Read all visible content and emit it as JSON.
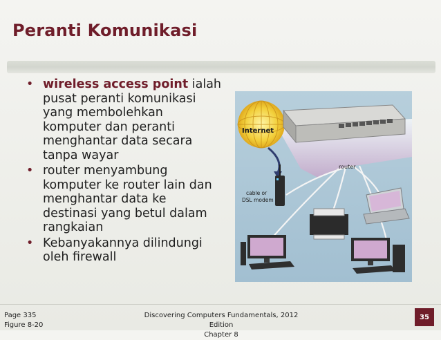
{
  "slide": {
    "title": "Peranti Komunikasi",
    "bullets": [
      {
        "term": "wireless access point",
        "text": " ialah pusat peranti komunikasi  yang membolehkan komputer dan peranti menghantar data secara tanpa wayar"
      },
      {
        "term": "",
        "text": "router menyambung komputer ke router lain dan menghantar data ke destinasi yang betul dalam rangkaian"
      },
      {
        "term": "",
        "text": "Kebanyakannya dilindungi oleh firewall"
      }
    ]
  },
  "figure": {
    "labels": {
      "internet": "Internet",
      "router": "router",
      "modem_line1": "cable or",
      "modem_line2": "DSL modem"
    }
  },
  "footer": {
    "page_ref": "Page 335",
    "figure_ref": "Figure 8-20",
    "book_title": "Discovering Computers Fundamentals, 2012 Edition",
    "chapter": "Chapter 8",
    "slide_number": "35"
  },
  "colors": {
    "accent": "#6f1d2a",
    "figure_bg": "#a9c6d8"
  }
}
